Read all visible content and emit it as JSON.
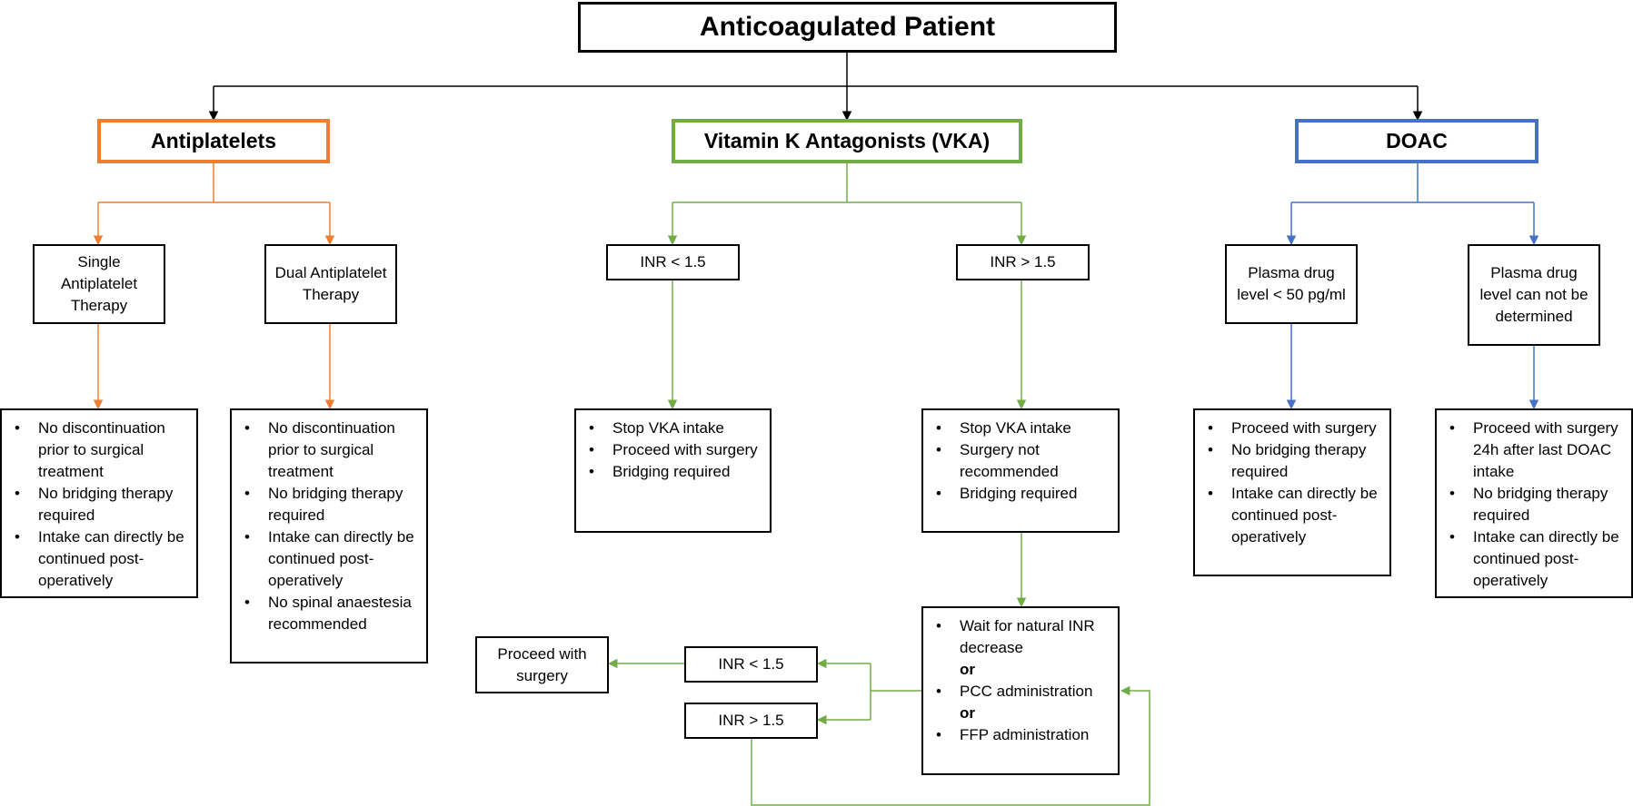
{
  "colors": {
    "orange": "#ED7D31",
    "green": "#70AD47",
    "blue": "#4472C4",
    "black": "#000000"
  },
  "root": {
    "title": "Anticoagulated Patient"
  },
  "antiplatelets": {
    "title": "Antiplatelets",
    "single": {
      "label": "Single Antiplatelet Therapy",
      "items": [
        "No discontinuation prior to surgical treatment",
        "No bridging therapy required",
        "Intake can directly be continued post-operatively"
      ]
    },
    "dual": {
      "label": "Dual Antiplatelet Therapy",
      "items": [
        "No discontinuation prior to surgical treatment",
        "No bridging therapy required",
        "Intake can directly be continued post-operatively",
        "No spinal anaestesia recommended"
      ]
    }
  },
  "vka": {
    "title": "Vitamin K Antagonists (VKA)",
    "low": {
      "label": "INR < 1.5",
      "items": [
        "Stop VKA intake",
        "Proceed with surgery",
        "Bridging required"
      ]
    },
    "high": {
      "label": "INR > 1.5",
      "items": [
        "Stop VKA intake",
        "Surgery not recommended",
        "Bridging required"
      ]
    },
    "reversal": {
      "item1": "Wait for natural INR decrease",
      "or1": "or",
      "item2": "PCC administration",
      "or2": "or",
      "item3": "FFP administration"
    },
    "recheck_low": "INR < 1.5",
    "recheck_high": "INR > 1.5",
    "proceed": "Proceed with surgery"
  },
  "doac": {
    "title": "DOAC",
    "low": {
      "label": "Plasma drug level < 50 pg/ml",
      "items": [
        "Proceed with surgery",
        "No bridging therapy required",
        "Intake can directly be continued post-operatively"
      ]
    },
    "unknown": {
      "label": "Plasma drug level can not be determined",
      "items": [
        "Proceed with surgery  24h after last DOAC intake",
        "No bridging therapy required",
        "Intake can directly be continued post-operatively"
      ]
    }
  }
}
